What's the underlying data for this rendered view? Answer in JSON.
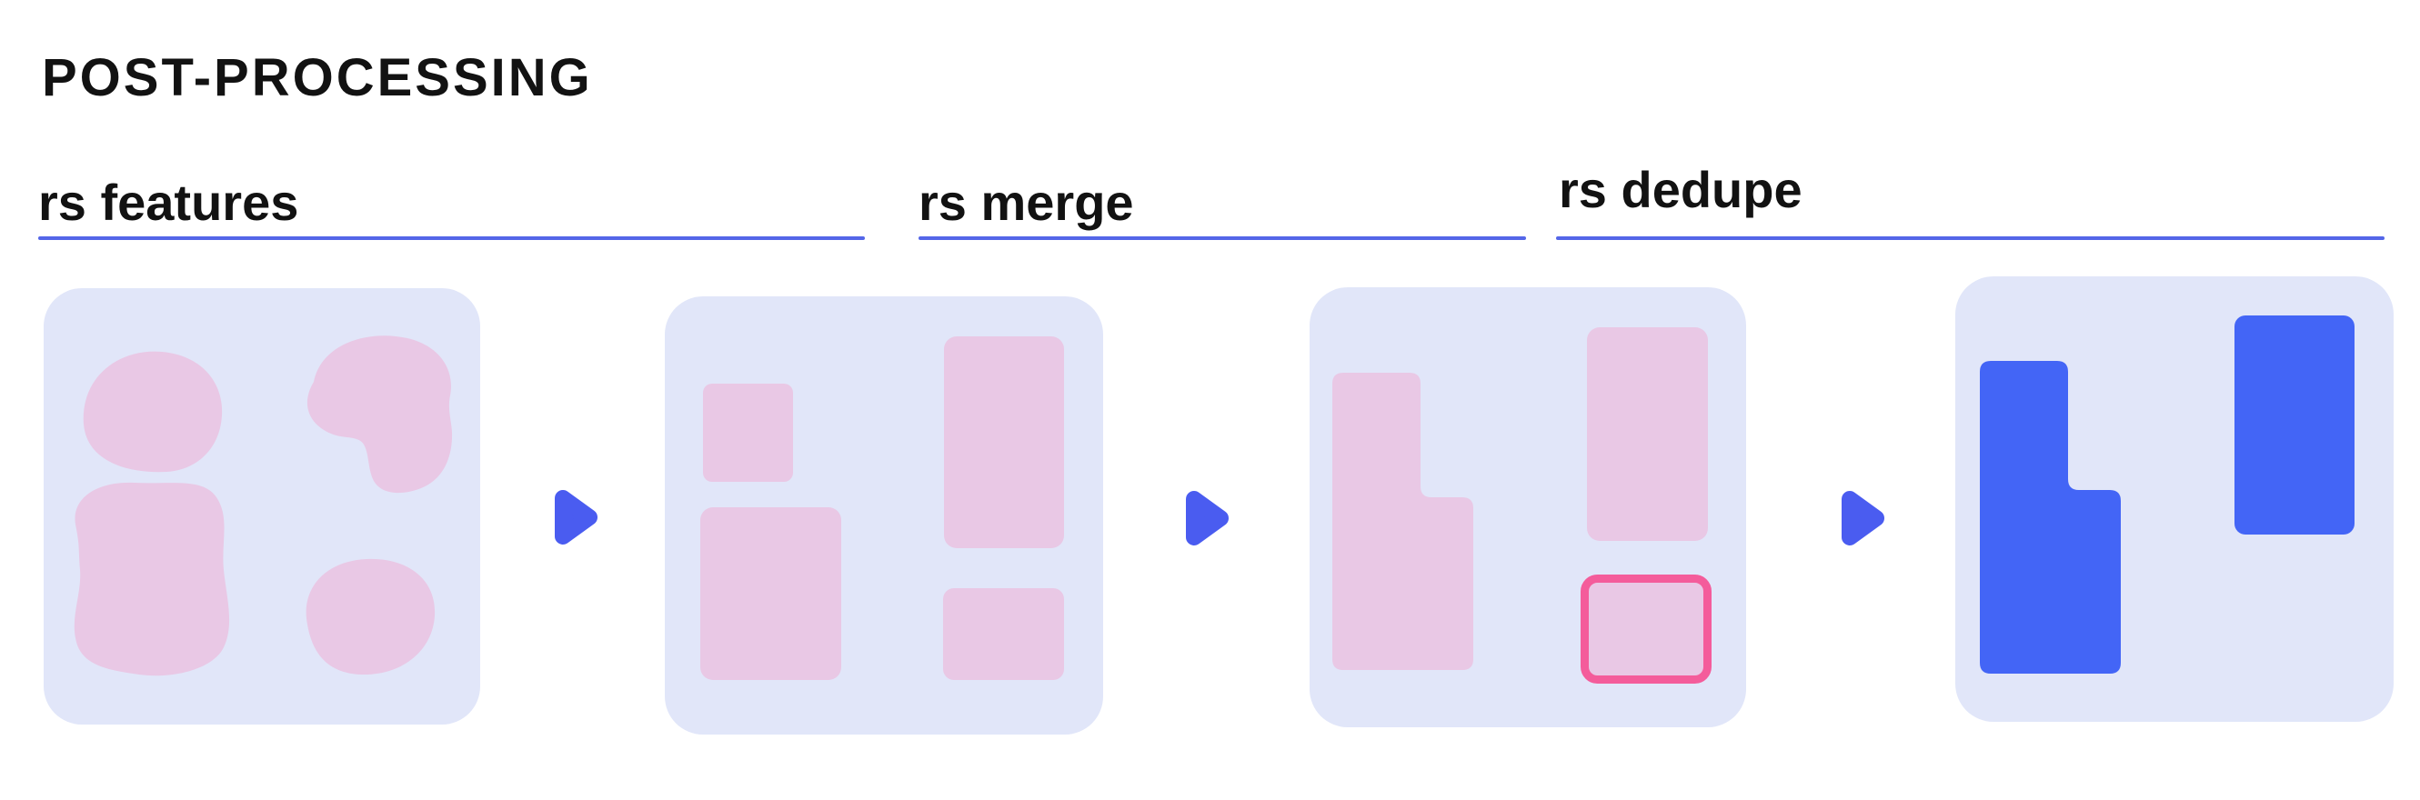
{
  "title": "POST-PROCESSING",
  "stages": [
    {
      "label": "rs features"
    },
    {
      "label": "rs merge"
    },
    {
      "label": "rs dedupe"
    }
  ],
  "panels": [
    {
      "name": "input-segmentation-blobs",
      "shapes": "four-pink-organic-blobs"
    },
    {
      "name": "features-output-rectangles",
      "shapes": "four-pink-rounded-rectangles"
    },
    {
      "name": "merge-output-with-duplicate",
      "shapes": "pink-step-shape-and-rectangles-one-highlighted"
    },
    {
      "name": "dedupe-output-final",
      "shapes": "blue-step-shape-and-rectangle"
    }
  ],
  "arrows": {
    "icon": "triangle-right",
    "count": 3
  },
  "colors": {
    "page_bg": "#ffffff",
    "text": "#121212",
    "panel_bg": "#E1E6F9",
    "shape_pink": "#E9C8E5",
    "shape_blue": "#4365F6",
    "arrow_blue": "#4A5CF0",
    "underline_blue": "#5466E8",
    "highlight_pink_border": "#F45C9B"
  }
}
